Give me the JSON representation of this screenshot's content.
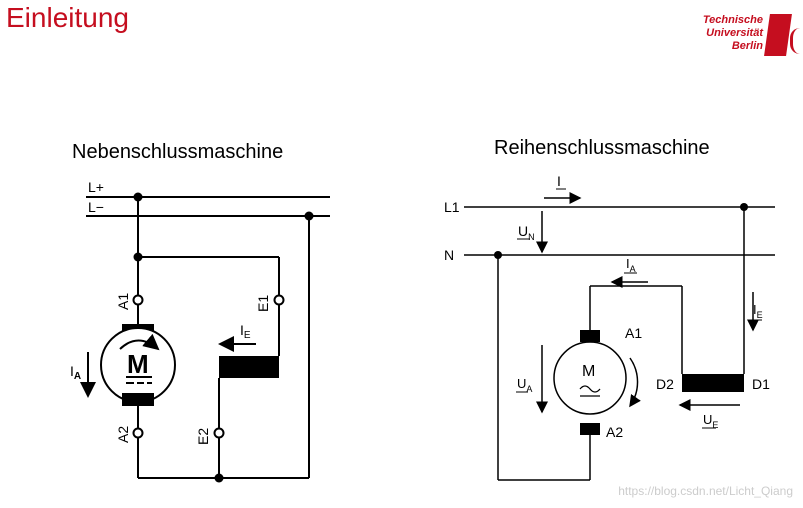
{
  "header": {
    "title": "Einleitung"
  },
  "logo": {
    "line1": "Technische",
    "line2": "Universität",
    "line3": "Berlin"
  },
  "colors": {
    "brand": "#c50e1f",
    "line": "#000000",
    "watermark": "#cccccc"
  },
  "left_diagram": {
    "title": "Nebenschlussmaschine",
    "rail_plus": "L+",
    "rail_minus": "L−",
    "a1": "A1",
    "a2": "A2",
    "e1": "E1",
    "e2": "E2",
    "motor": "M",
    "current_armature": "I",
    "current_armature_sub": "A",
    "current_field": "I",
    "current_field_sub": "E"
  },
  "right_diagram": {
    "title": "Reihenschlussmaschine",
    "l1": "L1",
    "n": "N",
    "i": "I",
    "un": "U",
    "un_sub": "N",
    "ia": "I",
    "ia_sub": "A",
    "ie": "I",
    "ie_sub": "E",
    "ua": "U",
    "ua_sub": "A",
    "ue": "U",
    "ue_sub": "E",
    "a1": "A1",
    "a2": "A2",
    "d1": "D1",
    "d2": "D2",
    "motor": "M"
  },
  "watermark": "https://blog.csdn.net/Licht_Qiang"
}
